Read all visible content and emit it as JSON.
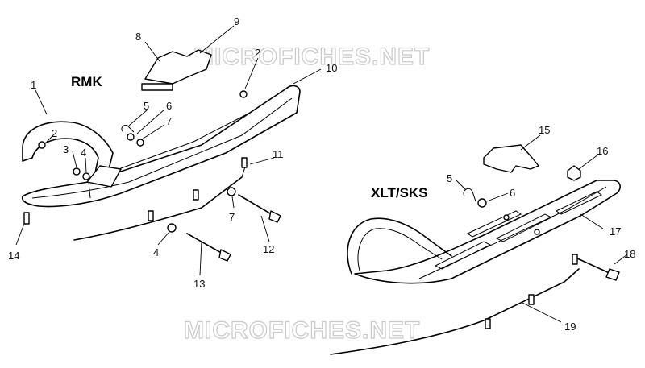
{
  "watermark": "MICROFICHES.NET",
  "models": {
    "left": "RMK",
    "right": "XLT/SKS"
  },
  "callouts": {
    "c1": "1",
    "c2a": "2",
    "c2b": "2",
    "c3": "3",
    "c4a": "4",
    "c4b": "4",
    "c5a": "5",
    "c5b": "5",
    "c6a": "6",
    "c6b": "6",
    "c7a": "7",
    "c7b": "7",
    "c8": "8",
    "c9": "9",
    "c10": "10",
    "c11": "11",
    "c12": "12",
    "c13": "13",
    "c14": "14",
    "c15": "15",
    "c16": "16",
    "c17": "17",
    "c18": "18",
    "c19": "19"
  }
}
